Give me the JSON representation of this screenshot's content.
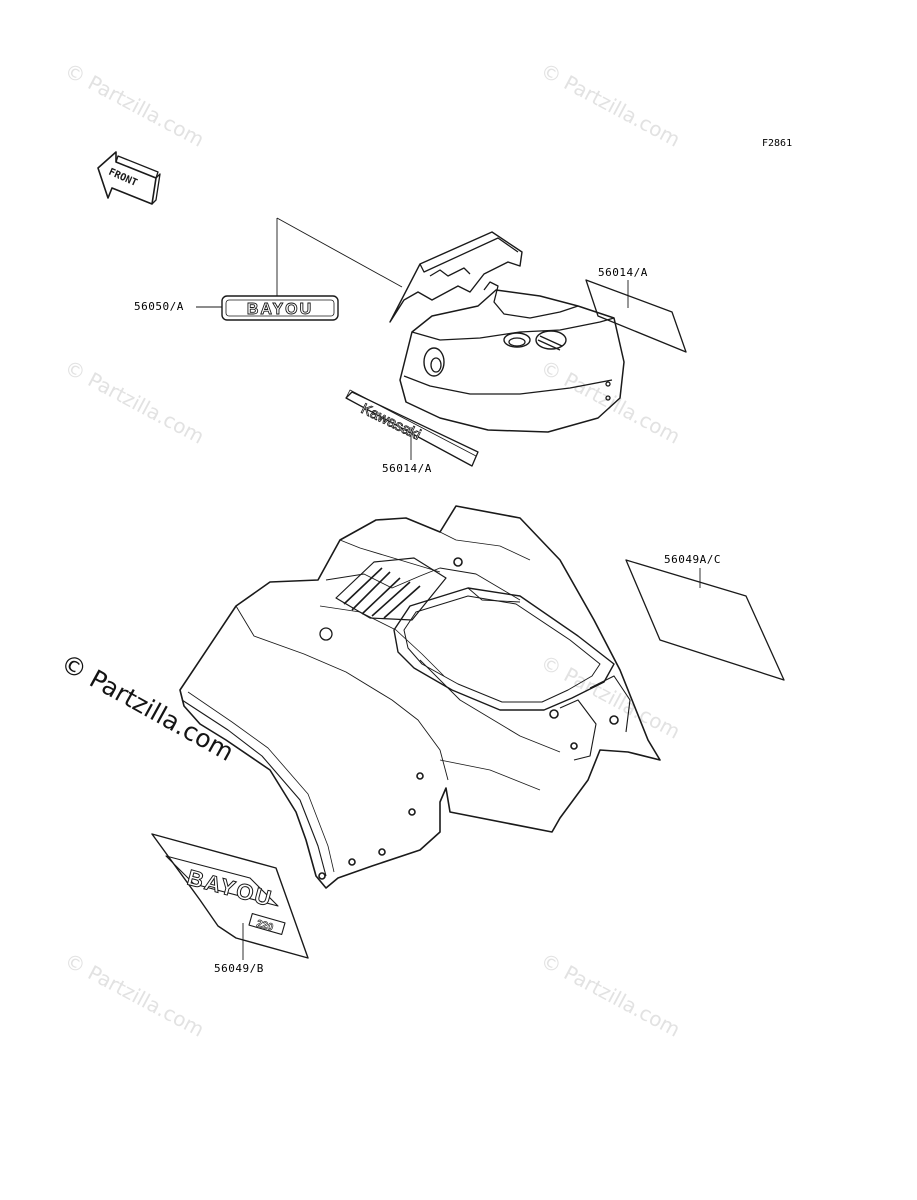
{
  "diagram": {
    "figure_code": "F2861",
    "front_arrow_label": "FRONT",
    "watermark_text": "© Partzilla.com",
    "emblem_bayou": "BAYOU",
    "emblem_kawasaki": "Kawasaki",
    "emblem_bayou_big": "BAYOU",
    "emblem_220": "220",
    "parts": [
      {
        "number": "56050/A"
      },
      {
        "number": "56014/A"
      },
      {
        "number": "56014/A"
      },
      {
        "number": "56049A/C"
      },
      {
        "number": "56049/B"
      }
    ],
    "line_color": "#1a1a1a",
    "watermark_color": "#e2e2e2"
  }
}
